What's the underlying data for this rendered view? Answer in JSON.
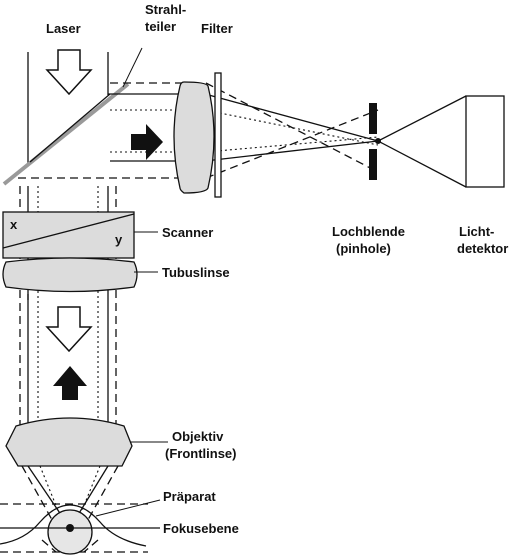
{
  "labels": {
    "laser": "Laser",
    "strahlteiler_1": "Strahl-",
    "strahlteiler_2": "teiler",
    "filter": "Filter",
    "scanner": "Scanner",
    "scanner_x": "x",
    "scanner_y": "y",
    "tubuslinse": "Tubuslinse",
    "lochblende_1": "Lochblende",
    "lochblende_2": "(pinhole)",
    "lichtdetektor_1": "Licht-",
    "lichtdetektor_2": "detektor",
    "objektiv_1": "Objektiv",
    "objektiv_2": "(Frontlinse)",
    "praeparat": "Präparat",
    "fokusebene": "Fokusebene"
  },
  "colors": {
    "ink": "#111111",
    "lens_fill": "#dcdcdc",
    "specimen_fill": "#e6e6e6",
    "beamsplitter": "#9a9a9a",
    "background": "#ffffff"
  }
}
